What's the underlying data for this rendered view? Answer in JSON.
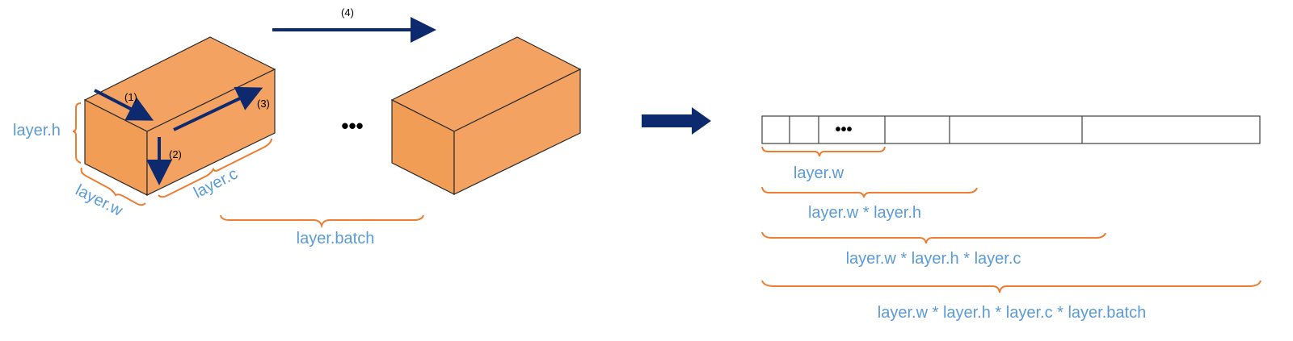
{
  "colors": {
    "box_face": "#F4A261",
    "box_face_alt": "#F19D55",
    "box_stroke": "#2b2b2b",
    "arrow": "#0E2A6E",
    "label": "#5B9BD5",
    "brace": "#ED7D31",
    "cell_stroke": "#404040"
  },
  "left_tensor": {
    "step_1": "(1)",
    "step_2": "(2)",
    "step_3": "(3)",
    "step_4": "(4)",
    "dim_h": "layer.h",
    "dim_w": "layer.w",
    "dim_c": "layer.c",
    "dim_batch": "layer.batch",
    "ellipsis": "•••"
  },
  "memory_layout": {
    "ellipsis": "•••",
    "brace_1": "layer.w",
    "brace_2": "layer.w * layer.h",
    "brace_3": "layer.w * layer.h * layer.c",
    "brace_4": "layer.w * layer.h * layer.c * layer.batch"
  },
  "icons": {
    "transform_arrow": "right-arrow-icon"
  }
}
